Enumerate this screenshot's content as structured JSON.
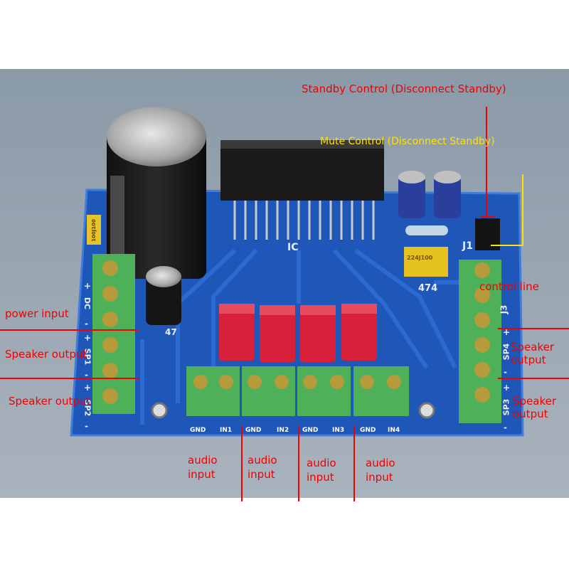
{
  "callouts": {
    "standby": "Standby Control (Disconnect Standby)",
    "mute": "Mute Control (Disconnect Standby)",
    "control_line": "control line",
    "power_input": "power input",
    "speaker_output_1": "Speaker output",
    "speaker_output_2": "Speaker output",
    "speaker_output_right_1": "Speaker output",
    "speaker_output_right_2": "Speaker output",
    "audio_input": [
      "audio input",
      "audio input",
      "audio input",
      "audio input"
    ]
  },
  "board": {
    "ic_label": "IC",
    "jumper_label": "J1",
    "connector_label": "J3",
    "cap_label": "474",
    "cap_code": "224J100",
    "resistor_code": "100J100",
    "cap_47": "47",
    "left_silk": [
      "+",
      "DC",
      "-",
      "+",
      "SP1",
      "-",
      "+",
      "SP2",
      "-"
    ],
    "right_silk": [
      "+",
      "SP4",
      "-",
      "+",
      "SP3",
      "-"
    ],
    "input_pins": [
      "GND",
      "IN1",
      "GND",
      "IN2",
      "GND",
      "IN3",
      "GND",
      "IN4"
    ]
  },
  "colors": {
    "annotation_red": "#f00000",
    "annotation_yellow": "#ffe000",
    "pcb_blue": "#1f57b8",
    "terminal_green": "#4fb05a",
    "cap_red": "#d8203a"
  }
}
